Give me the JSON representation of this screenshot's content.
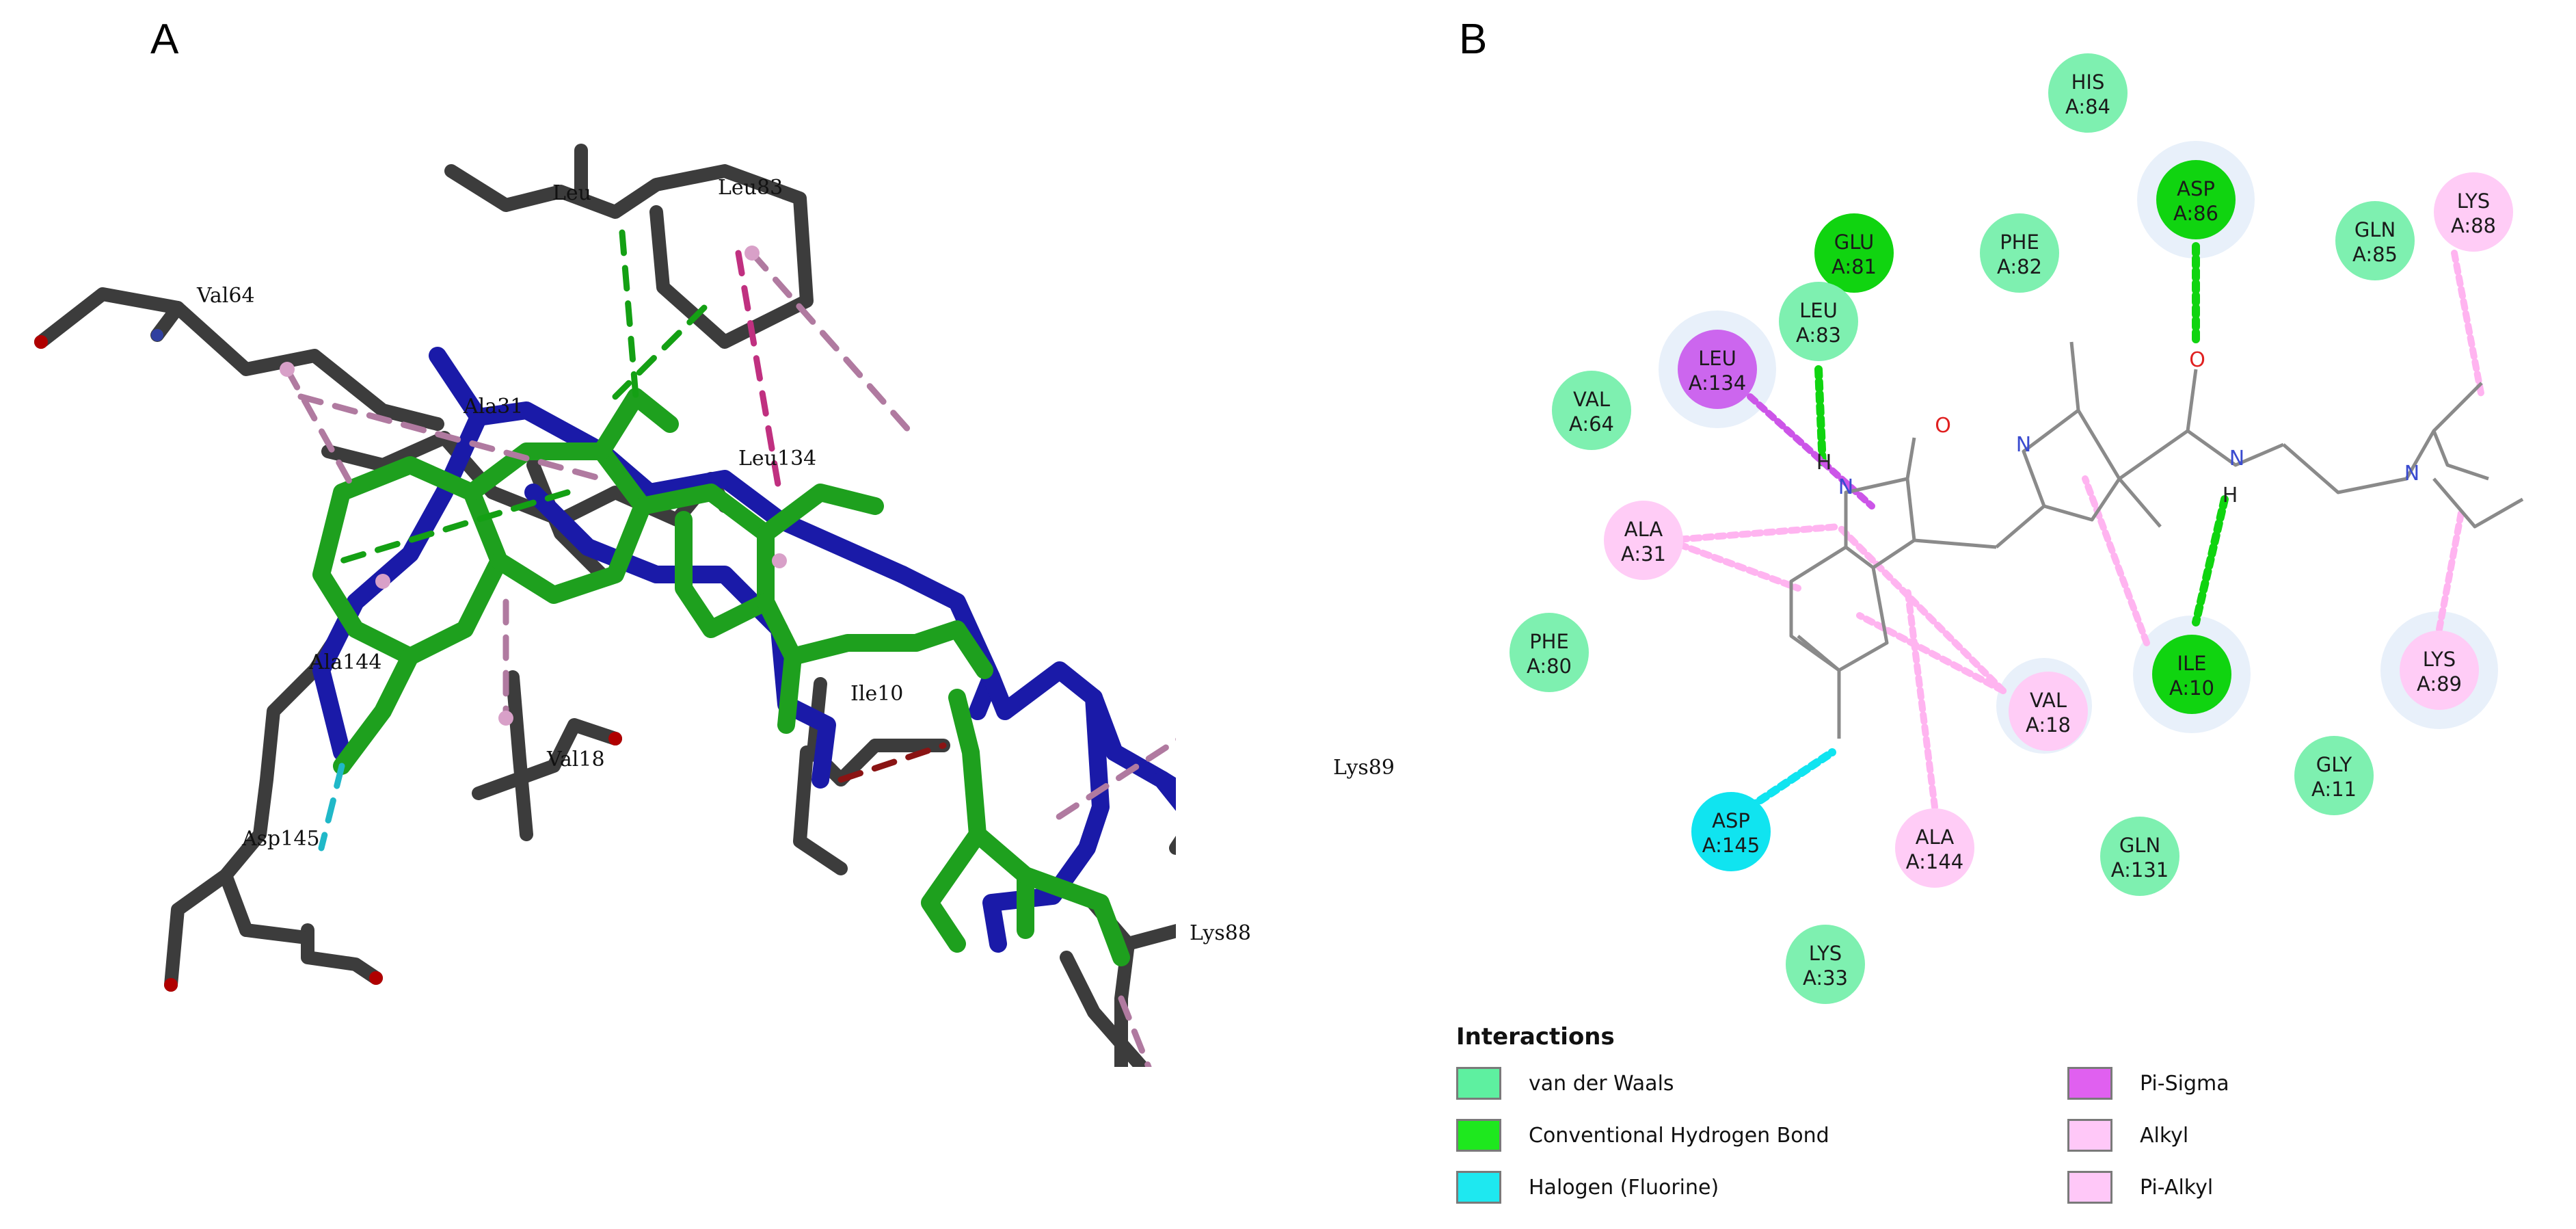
{
  "panels": {
    "a_label": "A",
    "b_label": "B"
  },
  "panel_a": {
    "residue_labels": [
      "Val64",
      "Leu83",
      "Ala31",
      "Leu134",
      "Ala144",
      "Ile10",
      "Val18",
      "Asp145",
      "Lys89",
      "Lys88"
    ],
    "partial_label": "Leu"
  },
  "panel_b": {
    "residues": [
      {
        "name": "HIS",
        "num": "A:84",
        "type": "vdw"
      },
      {
        "name": "ASP",
        "num": "A:86",
        "type": "hbond"
      },
      {
        "name": "GLU",
        "num": "A:81",
        "type": "hbond"
      },
      {
        "name": "PHE",
        "num": "A:82",
        "type": "vdw"
      },
      {
        "name": "GLN",
        "num": "A:85",
        "type": "vdw"
      },
      {
        "name": "LYS",
        "num": "A:88",
        "type": "alkyl"
      },
      {
        "name": "LEU",
        "num": "A:83",
        "type": "vdw"
      },
      {
        "name": "LEU",
        "num": "A:134",
        "type": "pisigma"
      },
      {
        "name": "VAL",
        "num": "A:64",
        "type": "vdw"
      },
      {
        "name": "ALA",
        "num": "A:31",
        "type": "alkyl"
      },
      {
        "name": "PHE",
        "num": "A:80",
        "type": "vdw"
      },
      {
        "name": "VAL",
        "num": "A:18",
        "type": "alkyl"
      },
      {
        "name": "ILE",
        "num": "A:10",
        "type": "hbond"
      },
      {
        "name": "LYS",
        "num": "A:89",
        "type": "alkyl"
      },
      {
        "name": "GLY",
        "num": "A:11",
        "type": "vdw"
      },
      {
        "name": "ASP",
        "num": "A:145",
        "type": "halogen"
      },
      {
        "name": "ALA",
        "num": "A:144",
        "type": "alkyl"
      },
      {
        "name": "GLN",
        "num": "A:131",
        "type": "vdw"
      },
      {
        "name": "LYS",
        "num": "A:33",
        "type": "vdw"
      }
    ],
    "atom_labels": {
      "o1": "O",
      "o2": "O",
      "n_ring": "N",
      "n_indole": "N",
      "h_indole": "H",
      "n_amide": "N",
      "h_amide": "H",
      "n_amine": "N"
    },
    "legend": {
      "title": "Interactions",
      "items": [
        {
          "label": "van der Waals",
          "color": "#5ef0a0"
        },
        {
          "label": "Conventional Hydrogen Bond",
          "color": "#1ee81e"
        },
        {
          "label": "Halogen (Fluorine)",
          "color": "#1ee8f0"
        },
        {
          "label": "Pi-Sigma",
          "color": "#e060f0"
        },
        {
          "label": "Alkyl",
          "color": "#ffc8f8"
        },
        {
          "label": "Pi-Alkyl",
          "color": "#ffc8f8"
        }
      ]
    },
    "colors": {
      "vdw": "#7ef0b0",
      "hbond": "#10d410",
      "halogen": "#10e4f0",
      "pisigma": "#cc66ee",
      "alkyl": "#ffccf6"
    }
  }
}
